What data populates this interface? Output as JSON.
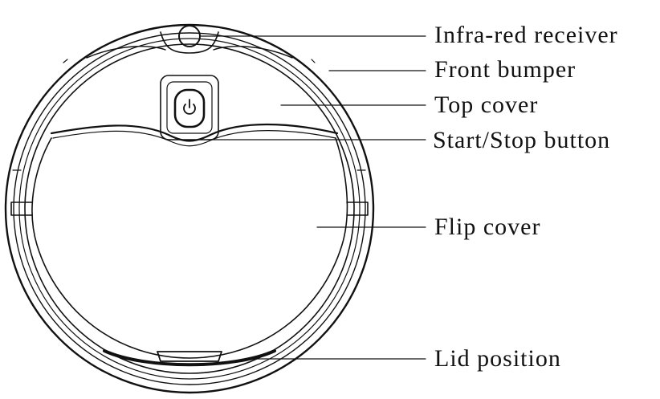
{
  "labels": [
    "Infra-red receiver",
    "Front bumper",
    "Top cover",
    "Start/Stop button",
    "Flip cover",
    "Lid position"
  ],
  "colors": {
    "line": "#111111",
    "background": "#ffffff"
  },
  "icons": {
    "power": "power-icon",
    "receiver": "infrared-receiver-icon"
  }
}
